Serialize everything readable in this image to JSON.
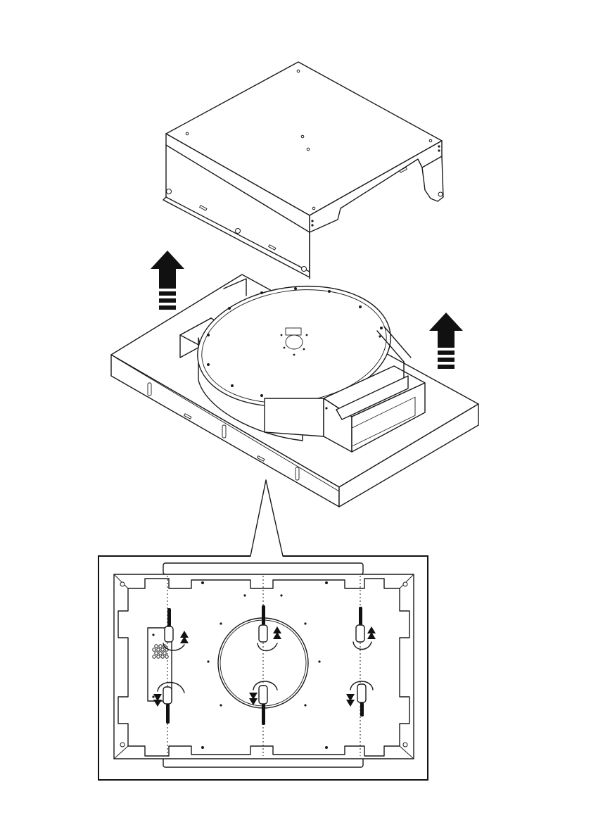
{
  "diagram": {
    "colors": {
      "line": "#1a1a1a",
      "arrow": "#111111",
      "background": "#ffffff"
    },
    "parts": [
      "upper-cover-plate",
      "lift-arrow-left",
      "lift-arrow-right",
      "base-tray-with-turntable",
      "detail-callout",
      "bottom-view-detail"
    ]
  }
}
